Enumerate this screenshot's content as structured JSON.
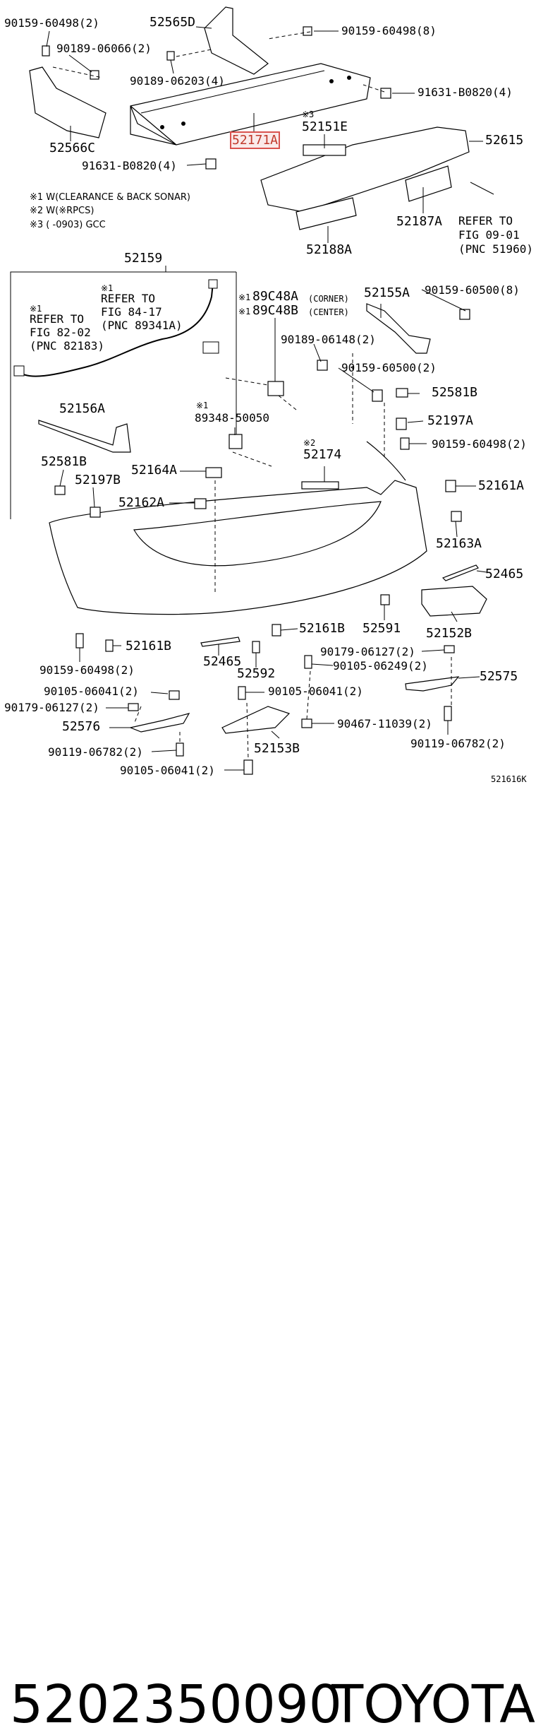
{
  "diagram": {
    "labels": {
      "p1": "90159-60498(2)",
      "p2": "52565D",
      "p3": "90159-60498(8)",
      "p4": "90189-06066(2)",
      "p5": "90189-06203(4)",
      "p6": "91631-B0820(4)",
      "p7": "52566C",
      "p8": "52151E",
      "p9": "52171A",
      "p10": "52615",
      "p11": "91631-B0820(4)",
      "p12": "52187A",
      "p13": "52188A",
      "p14": "52159",
      "p15": "89C48A",
      "p16": "89C48B",
      "p17": "52155A",
      "p18": "90159-60500(8)",
      "p19": "90189-06148(2)",
      "p20": "90159-60500(2)",
      "p21": "52581B",
      "p22": "52156A",
      "p23": "89348-50050",
      "p24": "52197A",
      "p25": "90159-60498(2)",
      "p26": "52581B",
      "p27": "52164A",
      "p28": "52174",
      "p29": "52197B",
      "p30": "52161A",
      "p31": "52162A",
      "p32": "52163A",
      "p33": "52465",
      "p34": "52161B",
      "p35": "52591",
      "p36": "52152B",
      "p37": "52161B",
      "p38": "90179-06127(2)",
      "p39": "52465",
      "p40": "52592",
      "p41": "90105-06249(2)",
      "p42": "90159-60498(2)",
      "p43": "52575",
      "p44": "90105-06041(2)",
      "p45": "90105-06041(2)",
      "p46": "90179-06127(2)",
      "p47": "52576",
      "p48": "90467-11039(2)",
      "p49": "90119-06782(2)",
      "p50": "90119-06782(2)",
      "p51": "52153B",
      "p52": "90105-06041(2)",
      "ref_num": "521616K"
    },
    "notes": {
      "n1": "※1 W(CLEARANCE & BACK SONAR)",
      "n2": "※2 W(※RPCS)",
      "n3": "※3 (        -0903) GCC",
      "m3": "※3",
      "m1a": "※1",
      "m1b": "※1",
      "m1c": "※1",
      "m1d": "※1",
      "m1e": "※1",
      "m2": "※2",
      "corner": "(CORNER)",
      "center": "(CENTER)"
    },
    "refs": {
      "r1_l1": "REFER TO",
      "r1_l2": "FIG 09-01",
      "r1_l3": "(PNC 51960)",
      "r2_l1": "REFER TO",
      "r2_l2": "FIG 84-17",
      "r2_l3": "(PNC 89341A)",
      "r3_l1": "REFER TO",
      "r3_l2": "FIG 82-02",
      "r3_l3": "(PNC 82183)"
    }
  },
  "footer": {
    "part_number": "5202350090",
    "brand": "TOYOTA"
  },
  "colors": {
    "highlight": "#d9534f",
    "ink": "#000000",
    "background": "#ffffff"
  }
}
